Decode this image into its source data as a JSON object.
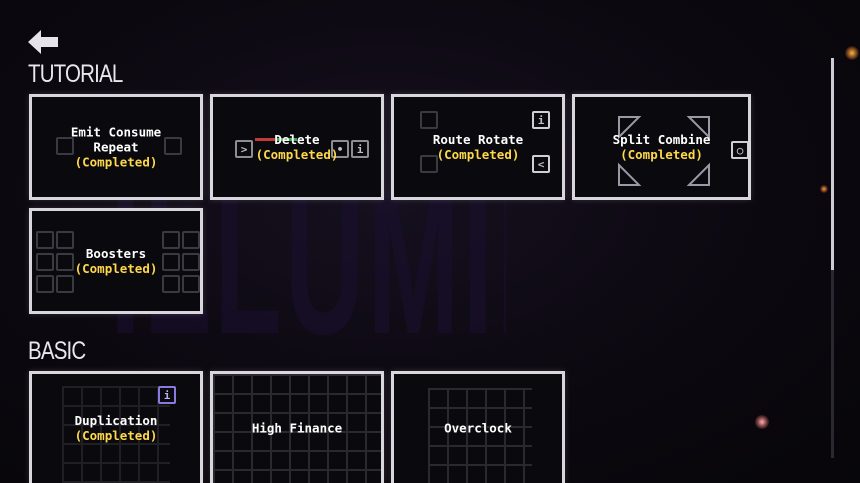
{
  "background_word": "ILLUMINATORY",
  "sections": [
    {
      "title": "TUTORIAL"
    },
    {
      "title": "BASIC"
    }
  ],
  "tutorial_levels": [
    {
      "name": "Emit Consume Repeat",
      "status": "(Completed)"
    },
    {
      "name": "Delete",
      "status": "(Completed)"
    },
    {
      "name": "Route Rotate",
      "status": "(Completed)"
    },
    {
      "name": "Split Combine",
      "status": "(Completed)"
    },
    {
      "name": "Boosters",
      "status": "(Completed)"
    }
  ],
  "basic_levels": [
    {
      "name": "Duplication",
      "status": "(Completed)"
    },
    {
      "name": "High Finance",
      "status": ""
    },
    {
      "name": "Overclock",
      "status": ""
    }
  ],
  "colors": {
    "status": "#ffd84a",
    "card_border": "#d9d6dd",
    "background": "#0b080f"
  },
  "icons": [
    "back-arrow-icon"
  ]
}
